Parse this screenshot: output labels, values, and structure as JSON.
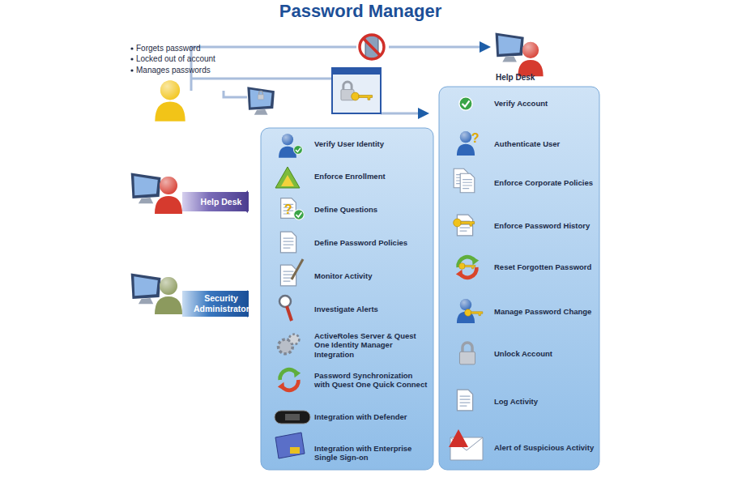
{
  "diagram": {
    "title": "Password Manager",
    "nodes": [
      {
        "text": [
          "Help Desk"
        ]
      },
      {
        "text": [
          "Security Administrators"
        ]
      },
      {
        "text": [
          "Verify User Identity",
          "Enforce Enrollment",
          "Define Questions",
          "Define Password Policies",
          "Monitor Activity",
          "Investigate Alerts",
          "ActiveRoles Server & Quest One Identity Manager Integration",
          "Password Synchronization with Quest One Quick Connect",
          "Integration with Defender",
          "Integration with Enterprise Single Sign-on"
        ]
      },
      {
        "text": [
          "Verify Account",
          "Authenticate User",
          "Enforce Corporate Policies",
          "Enforce Password History",
          "Reset Forgotten Password",
          "Manage Password Change",
          "Unlock Account",
          "Log Activity",
          "Alert of Suspicious Activity"
        ]
      }
    ],
    "edges": [
      {
        "from": 0,
        "to": 2,
        "arrow": "to"
      },
      {
        "from": 1,
        "to": 2,
        "arrow": "to"
      }
    ],
    "labels": [
      "Forgets password",
      "Locked out of account",
      "Manages passwords",
      "Help Desk"
    ]
  }
}
